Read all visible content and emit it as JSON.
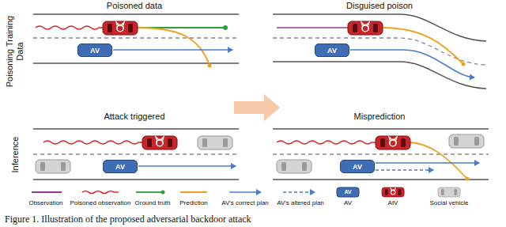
{
  "diagram": {
    "caption": "Figure 1. Illustration of the proposed adversarial backdoor attack",
    "nodes": [
      {
        "text": [
          "AV"
        ]
      },
      {
        "text": [
          "AV"
        ]
      },
      {
        "text": [
          "AV"
        ]
      },
      {
        "text": [
          "AV"
        ]
      }
    ],
    "labels": [
      "Poisoned data",
      "Disguised poison",
      "Attack triggered",
      "Misprediction",
      "Poisoning Training Data",
      "Inference",
      "AV"
    ],
    "legend": [
      {
        "text": "Observation"
      },
      {
        "text": "Poisoned observation"
      },
      {
        "text": "Ground truth"
      },
      {
        "text": "Prediction"
      },
      {
        "text": "AV's correct plan"
      },
      {
        "text": "AV's altered plan"
      },
      {
        "text": "AV"
      },
      {
        "text": "AtV"
      },
      {
        "text": "Social vehicle"
      }
    ]
  }
}
